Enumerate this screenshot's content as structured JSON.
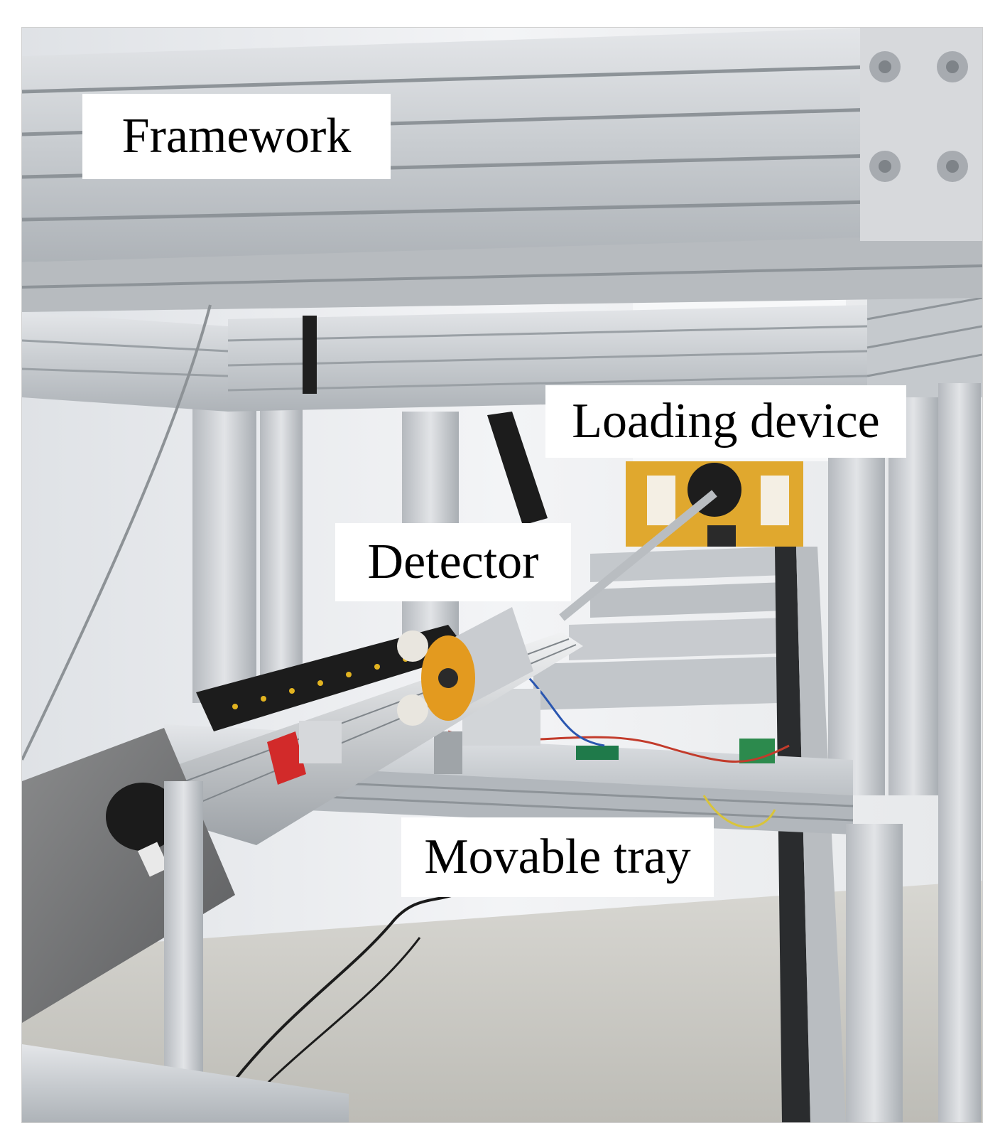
{
  "labels": {
    "framework": "Framework",
    "loading_device": "Loading device",
    "detector": "Detector",
    "movable_tray": "Movable tray"
  },
  "colors": {
    "aluminum": "#cfd2d6",
    "aluminum_dark": "#9ea3a8",
    "loading_plate": "#e0a82e",
    "detector_ring": "#e39a1f",
    "cable_chain": "#1c1c1c",
    "wall": "#eef0f2",
    "floor": "#c9c8c2"
  }
}
